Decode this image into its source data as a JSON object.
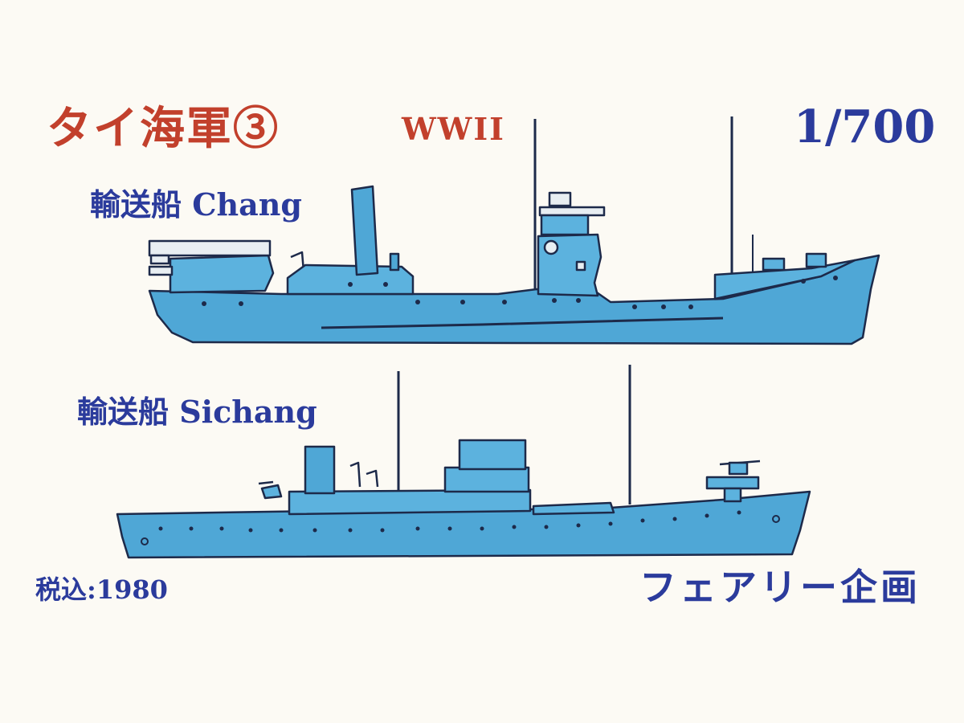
{
  "header": {
    "series_title": "タイ海軍③",
    "era": "WWII",
    "scale": "1/700"
  },
  "ships": [
    {
      "name": "輸送船 Chang"
    },
    {
      "name": "輸送船 Sichang"
    }
  ],
  "footer": {
    "price": "税込:1980",
    "maker": "フェアリー企画"
  },
  "colors": {
    "title_red": "#c2402c",
    "text_blue": "#2b3b9c",
    "hull_blue": "#4fa7d6",
    "outline": "#1d2a4a"
  }
}
